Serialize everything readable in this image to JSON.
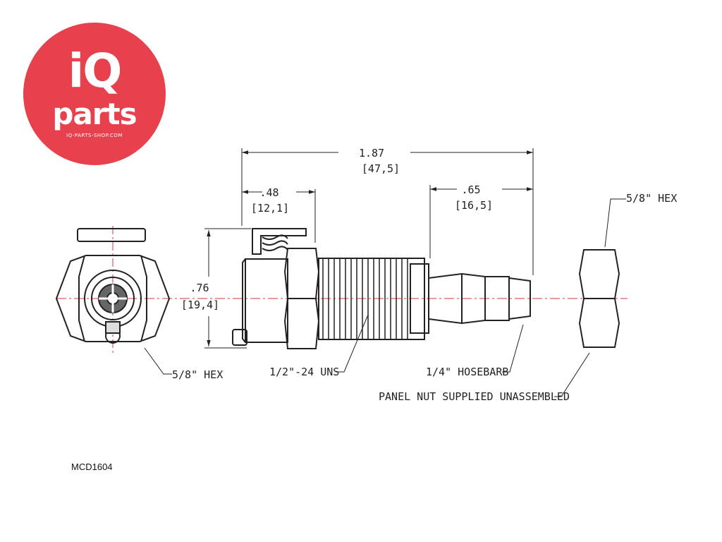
{
  "logo": {
    "wordmark_top": "iQ",
    "wordmark_bottom": "parts",
    "url": "IQ-PARTS-SHOP.COM",
    "color": "#e8414e"
  },
  "drawing": {
    "overall_length": {
      "inch": "1.87",
      "mm": "[47,5]"
    },
    "coupling_length": {
      "inch": ".48",
      "mm": "[12,1]"
    },
    "barb_length": {
      "inch": ".65",
      "mm": "[16,5]"
    },
    "height": {
      "inch": ".76",
      "mm": "[19,4]"
    },
    "callouts": {
      "hex_left": "5/8\" HEX",
      "thread": "1/2\"-24 UNS",
      "hosebarb": "1/4\" HOSEBARB",
      "panel_nut": "PANEL NUT SUPPLIED UNASSEMBLED",
      "hex_right": "5/8\" HEX"
    },
    "centerline_color": "#d9363e"
  },
  "part_number": "MCD1604"
}
